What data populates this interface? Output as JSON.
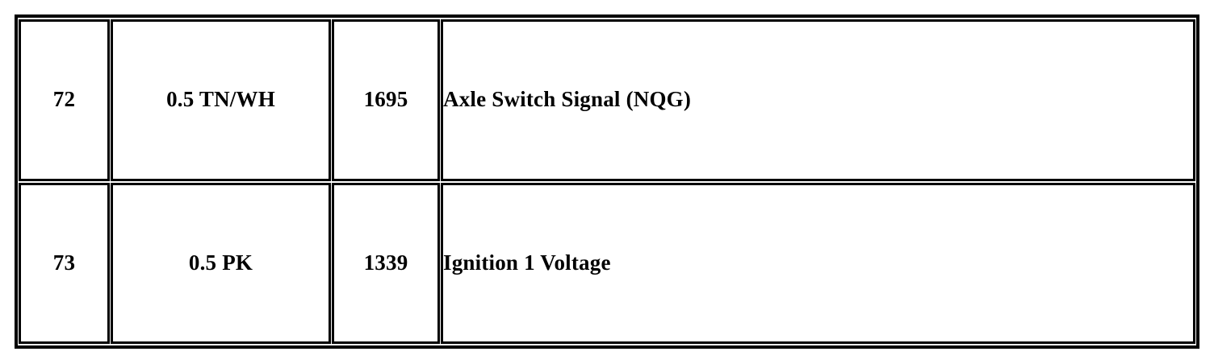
{
  "document": {
    "type": "wiring-connector-pinout-table",
    "background_color": "#ffffff",
    "text_color": "#000000",
    "border_color": "#000000"
  },
  "table": {
    "columns": [
      {
        "key": "pin",
        "name": "pin-number-column"
      },
      {
        "key": "wire",
        "name": "wire-gauge-color-column"
      },
      {
        "key": "circuit",
        "name": "circuit-code-column"
      },
      {
        "key": "description",
        "name": "signal-description-column"
      }
    ],
    "rows": [
      {
        "pin": "72",
        "wire": "0.5 TN/WH",
        "circuit": "1695",
        "description": "Axle Switch Signal (NQG)"
      },
      {
        "pin": "73",
        "wire": "0.5 PK",
        "circuit": "1339",
        "description": "Ignition 1 Voltage"
      }
    ]
  }
}
